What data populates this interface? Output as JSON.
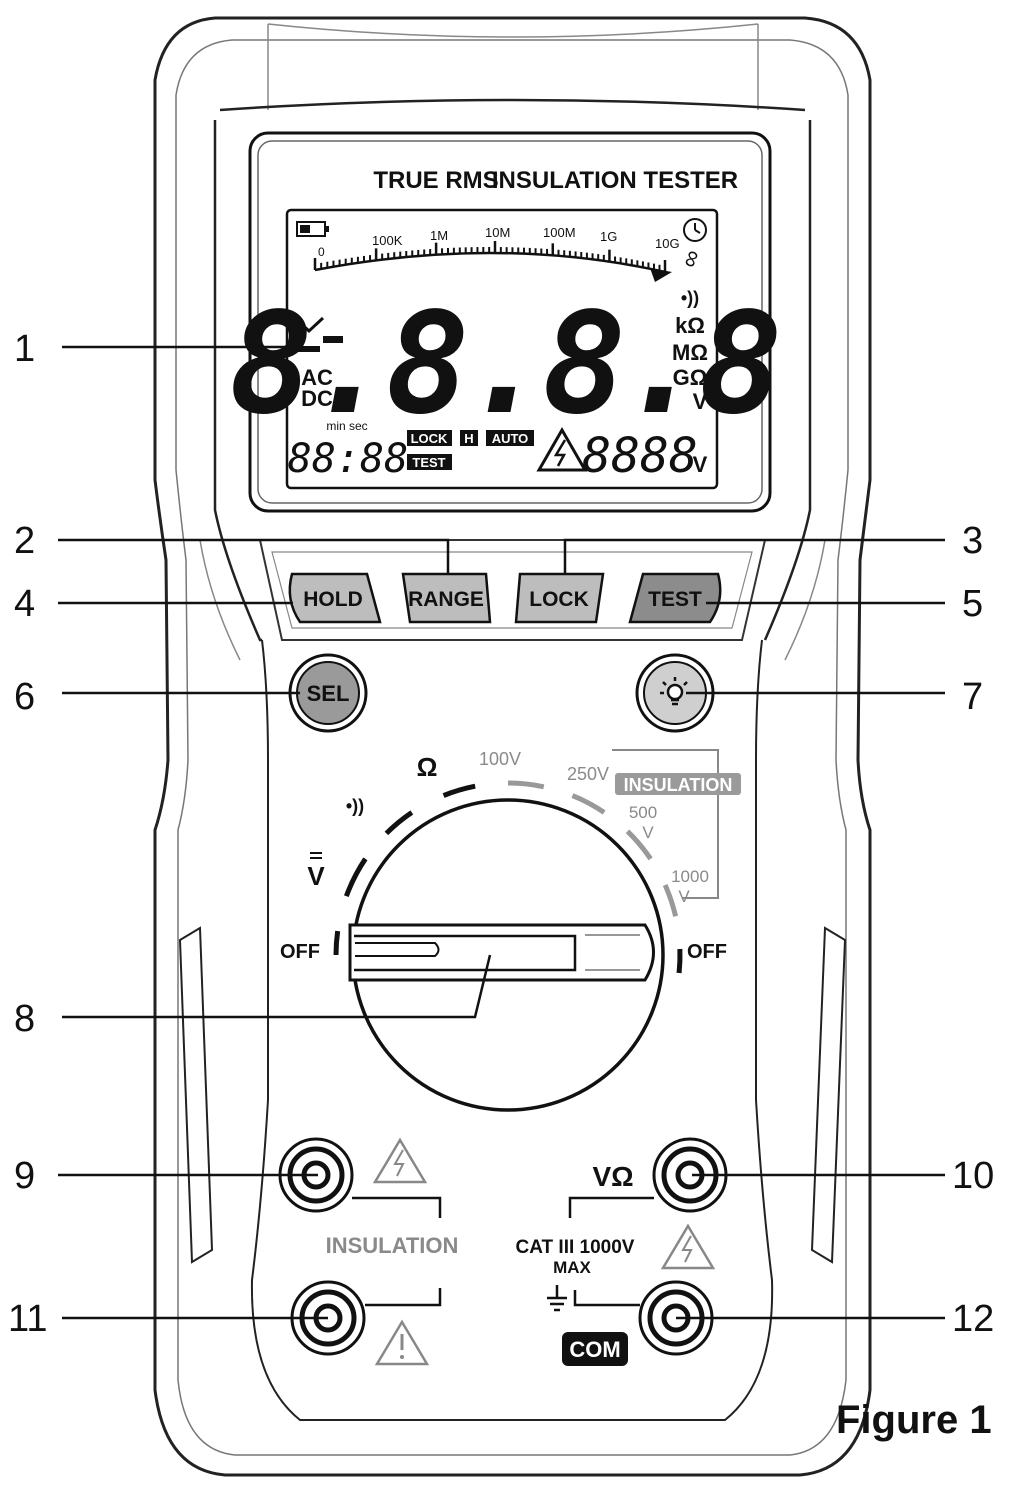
{
  "display": {
    "brand_left": "TRUE RMS",
    "brand_right": "INSULATION TESTER",
    "scale_labels": [
      "0",
      "100K",
      "1M",
      "10M",
      "100M",
      "1G",
      "10G"
    ],
    "infinity": "∞",
    "main_digits": "8.8.8.8",
    "ac": "AC",
    "dc": "DC",
    "units": [
      "•))",
      "kΩ",
      "MΩ",
      "GΩ",
      "V"
    ],
    "timer_label": "min sec",
    "timer_digits": "88:88",
    "lock_tag": "LOCK",
    "hold_tag": "H",
    "auto_tag": "AUTO",
    "test_tag": "TEST",
    "aux_digits": "8888",
    "aux_unit": "V"
  },
  "buttons": {
    "hold": "HOLD",
    "range": "RANGE",
    "lock": "LOCK",
    "test": "TEST",
    "sel": "SEL"
  },
  "dial": {
    "off_left": "OFF",
    "off_right": "OFF",
    "volt": "V",
    "continuity": "•))",
    "ohm": "Ω",
    "v100": "100V",
    "v250": "250V",
    "v500": "500",
    "v500_unit": "V",
    "v1000": "1000",
    "v1000_unit": "V",
    "insulation_badge": "INSULATION"
  },
  "terminals": {
    "insulation_label": "INSULATION",
    "vohm": "VΩ",
    "cat": "CAT III 1000V",
    "max": "MAX",
    "com": "COM"
  },
  "callouts": [
    "1",
    "2",
    "3",
    "4",
    "5",
    "6",
    "7",
    "8",
    "9",
    "10",
    "11",
    "12"
  ],
  "figure_title": "Figure 1"
}
